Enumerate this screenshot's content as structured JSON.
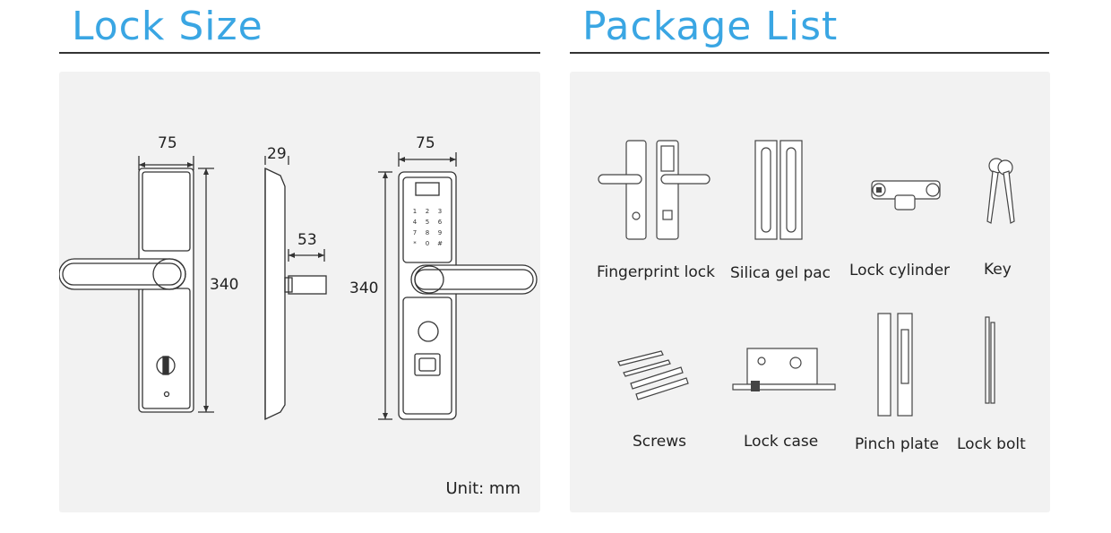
{
  "lock_size": {
    "title": "Lock Size",
    "dimensions": {
      "front_width": "75",
      "side_thickness": "29",
      "backset": "53",
      "front_height": "340",
      "back_width": "75",
      "back_height": "340"
    },
    "unit": "Unit: mm",
    "keypad_keys": [
      "1",
      "2",
      "3",
      "4",
      "5",
      "6",
      "7",
      "8",
      "9",
      "*",
      "0",
      "#"
    ]
  },
  "package_list": {
    "title": "Package List",
    "items": [
      {
        "label": "Fingerprint lock",
        "icon": "fingerprint-lock-icon"
      },
      {
        "label": "Silica gel pac",
        "icon": "silica-gel-pack-icon"
      },
      {
        "label": "Lock cylinder",
        "icon": "lock-cylinder-icon"
      },
      {
        "label": "Key",
        "icon": "key-icon"
      },
      {
        "label": "Screws",
        "icon": "screws-icon"
      },
      {
        "label": "Lock case",
        "icon": "lock-case-icon"
      },
      {
        "label": "Pinch plate",
        "icon": "pinch-plate-icon"
      },
      {
        "label": "Lock bolt",
        "icon": "lock-bolt-icon"
      }
    ]
  },
  "colors": {
    "heading": "#3aa6e3",
    "panel": "#f2f2f2",
    "line": "#333333"
  }
}
